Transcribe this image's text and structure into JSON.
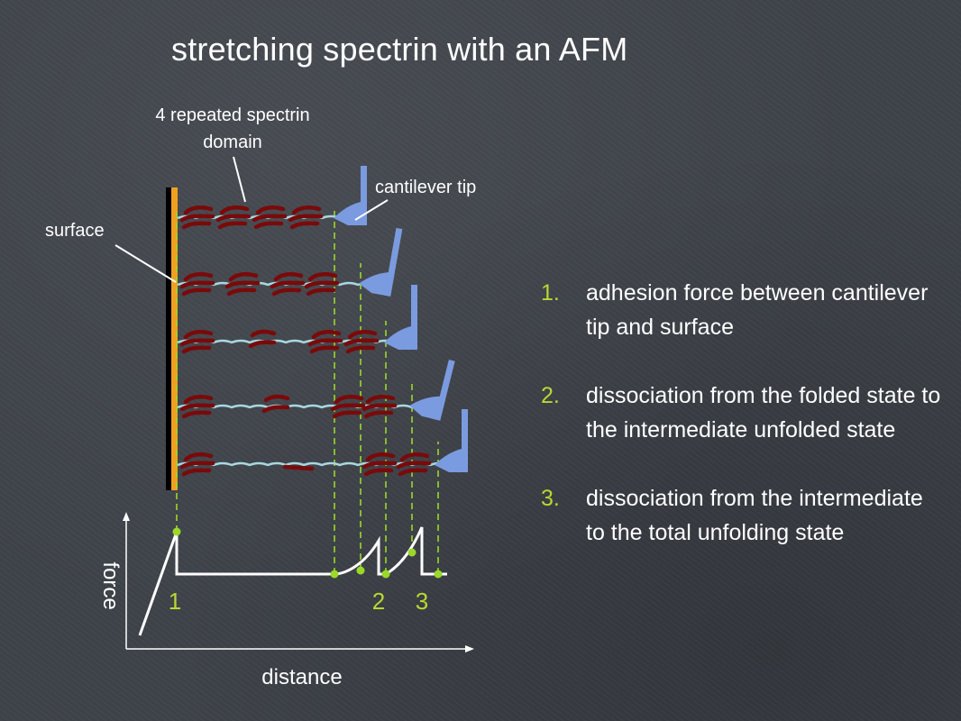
{
  "slide": {
    "title": "stretching spectrin with an AFM"
  },
  "diagram": {
    "label_domain": "4 repeated spectrin domain",
    "label_domain_line1": "4 repeated spectrin",
    "label_domain_line2": "domain",
    "label_cantilever": "cantilever tip",
    "label_surface": "surface"
  },
  "graph": {
    "y_label": "force",
    "x_label": "distance",
    "peak_labels": [
      "1",
      "2",
      "3"
    ]
  },
  "steps": [
    {
      "number": "1.",
      "text": "adhesion force between cantilever tip and surface"
    },
    {
      "number": "2.",
      "text": "dissociation from the folded state to the intermediate unfolded state"
    },
    {
      "number": "3.",
      "text": "dissociation from the intermediate to the total unfolding state"
    }
  ],
  "colors": {
    "surface_orange": "#f0a020",
    "surface_black": "#000000",
    "domain_red": "#7a0a0a",
    "linker": "#a8d8e0",
    "cantilever": "#7b9be0",
    "guide_green": "#9ad82a",
    "number_green": "#b8d832"
  }
}
